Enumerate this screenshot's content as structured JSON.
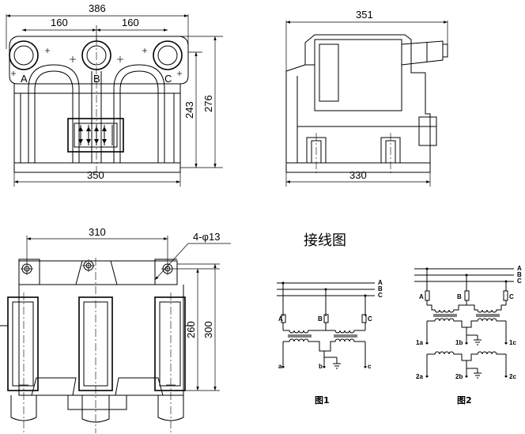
{
  "front_view": {
    "width_top": "386",
    "spacing_left": "160",
    "spacing_right": "160",
    "height_inner": "243",
    "height_outer": "276",
    "width_base": "350",
    "phase_labels": [
      "A",
      "B",
      "C"
    ]
  },
  "side_view": {
    "width_top": "351",
    "width_base": "330"
  },
  "top_view": {
    "width_top": "310",
    "holes": "4-φ13",
    "height_inner": "260",
    "height_outer": "300"
  },
  "wiring": {
    "title": "接线图",
    "fig1": {
      "caption": "图1",
      "bus_labels": [
        "A",
        "B",
        "C"
      ],
      "primary_labels": [
        "A",
        "B",
        "C"
      ],
      "secondary_labels": [
        "a",
        "b",
        "c"
      ]
    },
    "fig2": {
      "caption": "图2",
      "bus_labels": [
        "A",
        "B",
        "C"
      ],
      "primary_labels": [
        "A",
        "B",
        "C"
      ],
      "secondary1_labels": [
        "1a",
        "1b",
        "1c"
      ],
      "secondary2_labels": [
        "2a",
        "2b",
        "2c"
      ]
    }
  }
}
